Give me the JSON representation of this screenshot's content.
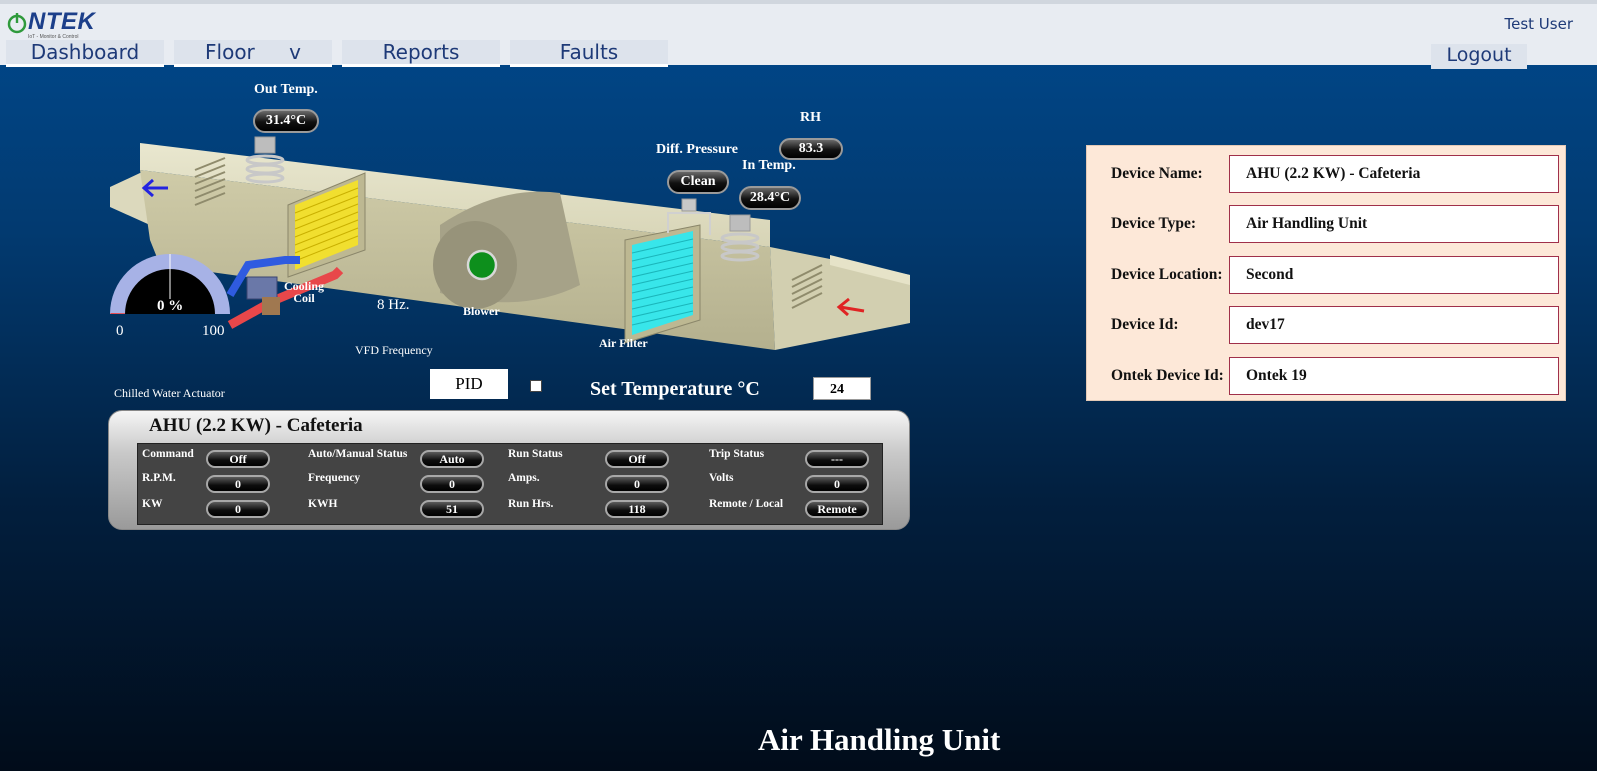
{
  "brand": {
    "name": "NTEK",
    "tagline": "IoT - Monitor & Control"
  },
  "nav": {
    "dashboard": "Dashboard",
    "floor": "Floor",
    "floor_caret": "v",
    "reports": "Reports",
    "faults": "Faults"
  },
  "user": {
    "name": "Test User",
    "logout": "Logout"
  },
  "diagram": {
    "out_temp_label": "Out Temp.",
    "out_temp_value": "31.4",
    "rh_label": "RH",
    "rh_value": "83.3",
    "diff_pressure_label": "Diff. Pressure",
    "diff_pressure_value": "Clean",
    "in_temp_label": "In Temp.",
    "in_temp_value": "28.4",
    "temp_unit": "°C",
    "cooling_coil_label": "Cooling Coil",
    "blower_label": "Blower",
    "air_filter_label": "Air Filter",
    "vfd_value": "8 Hz.",
    "vfd_label": "VFD Frequency",
    "gauge_value": "0 %",
    "gauge_min": "0",
    "gauge_max": "100",
    "gauge_level": 0,
    "actuator_label": "Chilled Water Actuator",
    "pid_label": "PID",
    "set_temp_label": "Set Temperature °C",
    "set_temp_value": "24"
  },
  "status": {
    "title": "AHU (2.2 KW) - Cafeteria",
    "rows": [
      [
        {
          "label": "Command",
          "value": "Off"
        },
        {
          "label": "Auto/Manual Status",
          "value": "Auto"
        },
        {
          "label": "Run Status",
          "value": "Off"
        },
        {
          "label": "Trip Status",
          "value": "---"
        }
      ],
      [
        {
          "label": "R.P.M.",
          "value": "0"
        },
        {
          "label": "Frequency",
          "value": "0"
        },
        {
          "label": "Amps.",
          "value": "0"
        },
        {
          "label": "Volts",
          "value": "0"
        }
      ],
      [
        {
          "label": "KW",
          "value": "0"
        },
        {
          "label": "KWH",
          "value": "51"
        },
        {
          "label": "Run Hrs.",
          "value": "118"
        },
        {
          "label": "Remote / Local",
          "value": "Remote"
        }
      ]
    ]
  },
  "device": {
    "name_label": "Device Name:",
    "name_value": "AHU (2.2 KW) - Cafeteria",
    "type_label": "Device Type:",
    "type_value": "Air Handling Unit",
    "location_label": "Device Location:",
    "location_value": "Second",
    "id_label": "Device Id:",
    "id_value": "dev17",
    "ontek_id_label": "Ontek Device Id:",
    "ontek_id_value": "Ontek 19"
  },
  "page_heading": "Air Handling Unit",
  "colors": {
    "brand_blue": "#1e3a78",
    "logo_green": "#2f9a3c",
    "card_bg": "#fde8d8",
    "card_border": "#a0304a"
  }
}
